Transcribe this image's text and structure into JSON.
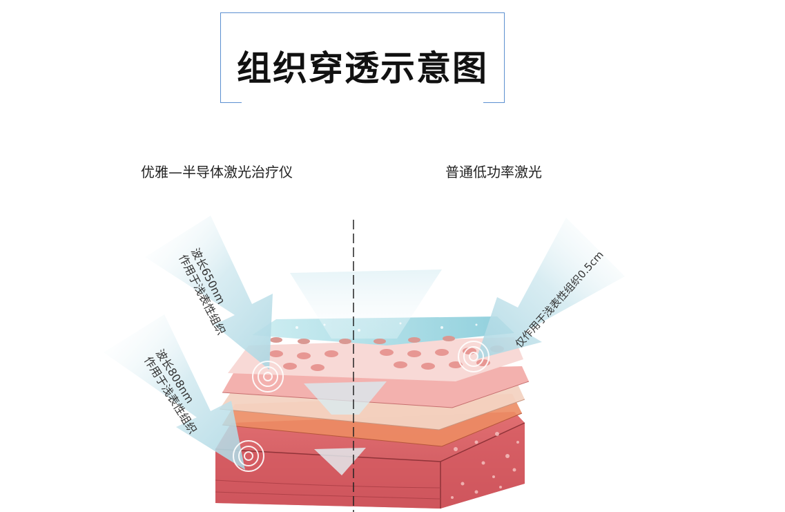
{
  "title": "组织穿透示意图",
  "left_label": "优雅—半导体激光治疗仪",
  "right_label": "普通低功率激光",
  "annotations": {
    "wave650_line1": "波长650nm",
    "wave650_line2": "作用于浅表性组织",
    "wave808_line1": "波长808nm",
    "wave808_line2": "作用于浅表性组织",
    "right_note": "仅作用于浅表性组织0.5cm"
  },
  "colors": {
    "frame": "#5b8fd0",
    "arrow": "#bfe0ea",
    "skin_dark": "#d8646a",
    "skin_light": "#f2b8b4",
    "epidermis": "#bde3ea"
  }
}
